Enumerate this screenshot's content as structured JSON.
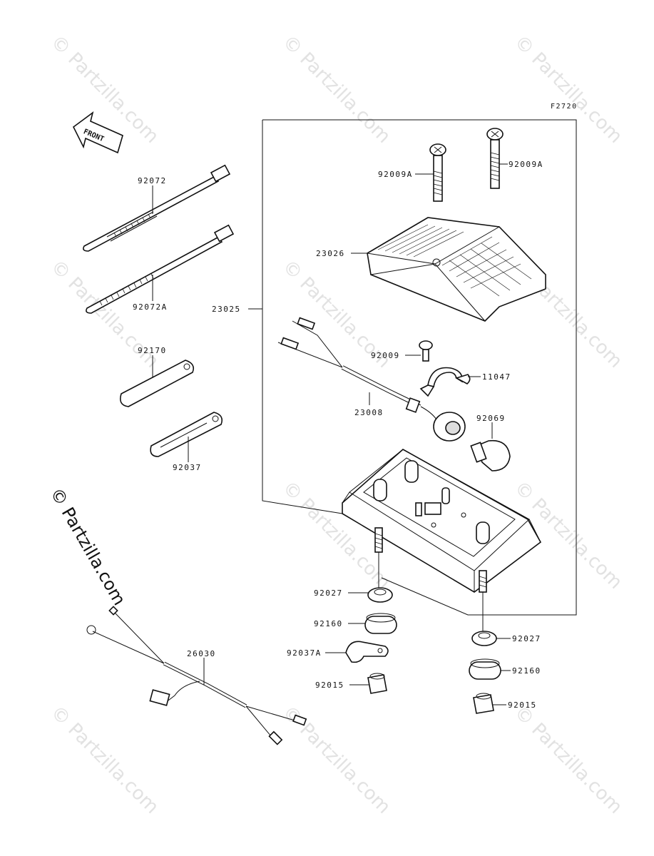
{
  "figure_code": "F2720",
  "front_label": "FRONT",
  "copyright_side": "© Partzilla.com",
  "watermark_text": "© Partzilla.com",
  "part_labels": {
    "p92072": "92072",
    "p92072A": "92072A",
    "p92170": "92170",
    "p92037": "92037",
    "p23025": "23025",
    "p92009A_left": "92009A",
    "p92009A_right": "92009A",
    "p23026": "23026",
    "p92009": "92009",
    "p11047": "11047",
    "p23008": "23008",
    "p92069": "92069",
    "p92027_left": "92027",
    "p92160_left": "92160",
    "p92037A": "92037A",
    "p92015_left": "92015",
    "p92027_right": "92027",
    "p92160_right": "92160",
    "p92015_right": "92015",
    "p26030": "26030"
  }
}
